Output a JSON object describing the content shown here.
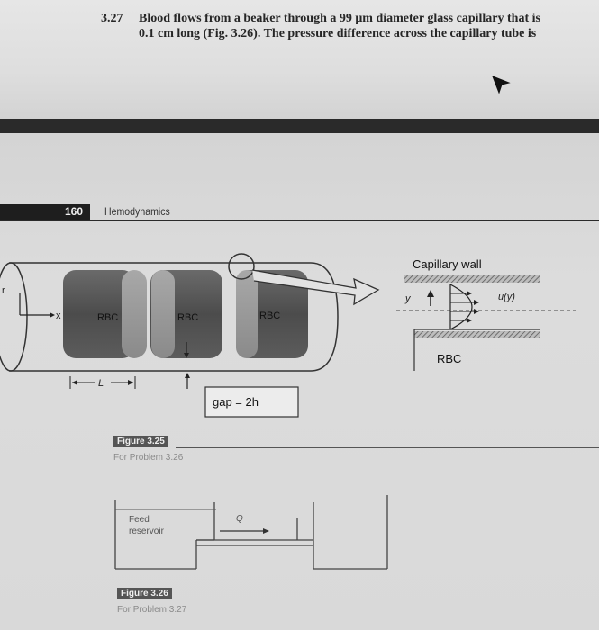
{
  "problem": {
    "number": "3.27",
    "line1": "Blood flows from a beaker through a 99 μm diameter glass capillary that is",
    "line2": "0.1 cm long (Fig. 3.26). The pressure difference across the capillary tube is"
  },
  "header": {
    "page_number": "160",
    "chapter": "Hemodynamics"
  },
  "figure325": {
    "rbc_label": "RBC",
    "capillary_wall": "Capillary wall",
    "x_axis": "x",
    "y_axis": "y",
    "u_label": "u(y)",
    "rbc_detail": "RBC",
    "length_label": "L",
    "gap_label": "gap = 2h",
    "figure_label": "Figure 3.25",
    "caption": "For Problem 3.26"
  },
  "figure326": {
    "feed_label_1": "Feed",
    "feed_label_2": "reservoir",
    "flow_label": "Q",
    "figure_label": "Figure 3.26",
    "caption": "For Problem 3.27"
  },
  "colors": {
    "rbc_dark": "#5e5e5e",
    "rbc_light": "#9a9a9a",
    "text": "#262626",
    "band": "#2a2a2a"
  },
  "icons": [
    "mouse-cursor-icon",
    "flow-arrow-icon"
  ]
}
